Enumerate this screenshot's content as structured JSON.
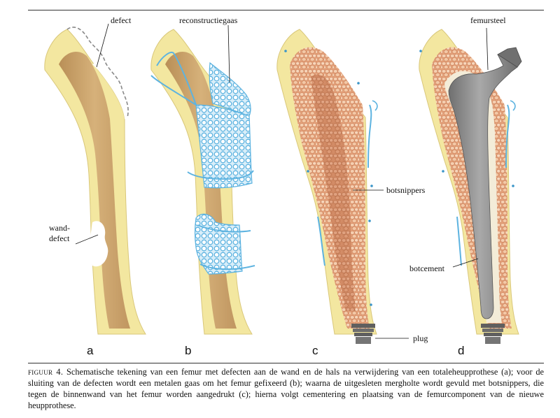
{
  "labels": {
    "defect": "defect",
    "gauze": "reconstructiegaas",
    "wall_defect_line1": "wand-",
    "wall_defect_line2": "defect",
    "bone_chips": "botsnippers",
    "plug": "plug",
    "femoral_stem": "femursteel",
    "bone_cement": "botcement"
  },
  "panels": [
    "a",
    "b",
    "c",
    "d"
  ],
  "caption": {
    "figure_label": "figuur 4.",
    "text": "Schematische tekening van een femur met defecten aan de wand en de hals na verwijdering van een totaleheupprothese (a); voor de sluiting van de defecten wordt een metalen gaas om het femur gefixeerd (b); waarna de uitgesleten mergholte wordt gevuld met botsnippers, die tegen de binnenwand van het femur worden aangedrukt (c); hierna volgt cementering en plaatsing van de femurcomponent van de nieuwe heupprothese."
  },
  "colors": {
    "cortex": "#f3e7a0",
    "canal": "#c9a36a",
    "mesh": "#5db3e0",
    "chips": "#eab591",
    "stem": "#8f8f8f",
    "cement": "#f3ecd8"
  }
}
